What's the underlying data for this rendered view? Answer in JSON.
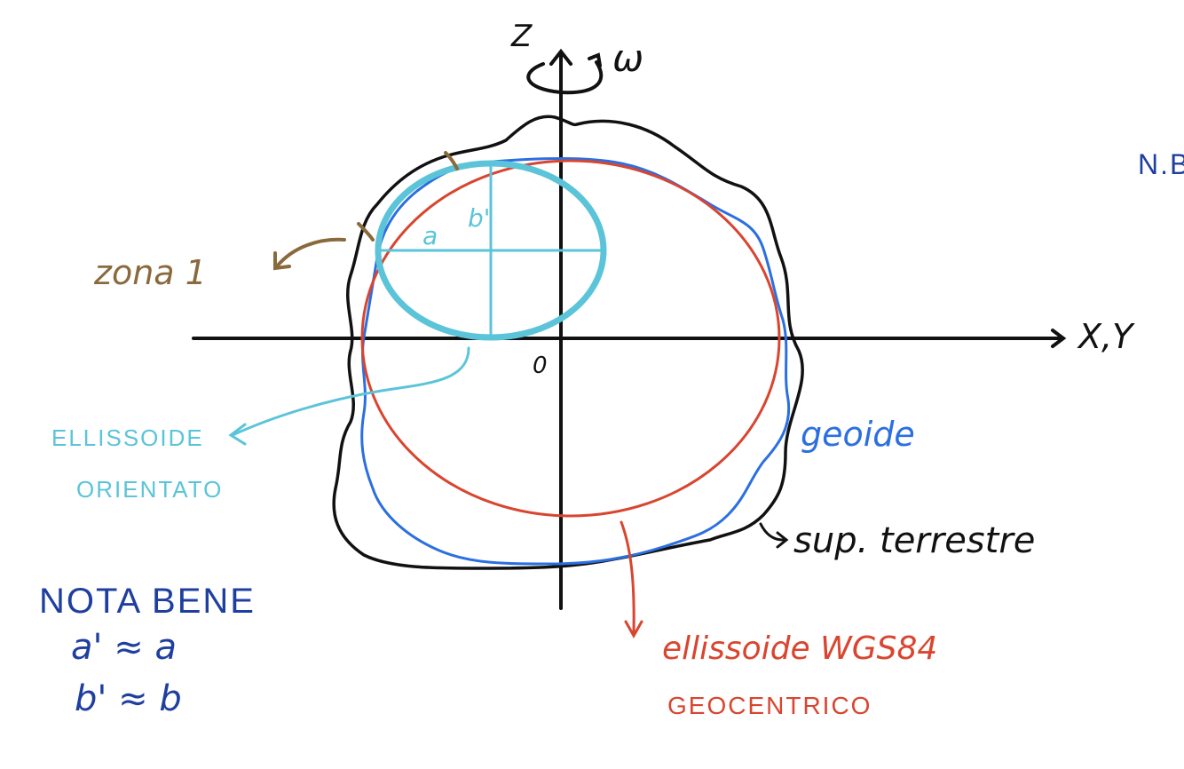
{
  "axes": {
    "z_label": "Z",
    "omega_label": "ω",
    "xy_label": "X,Y",
    "origin_label": "0"
  },
  "labels": {
    "zone": "zona 1",
    "oriented_ellipsoid_line1": "ELLISSOIDE",
    "oriented_ellipsoid_line2": "ORIENTATO",
    "geoid": "geoide",
    "terrestrial_surface": "sup. terrestre",
    "wgs84_line1": "ellissoide WGS84",
    "wgs84_line2": "GEOCENTRICO",
    "semi_axis_a": "a",
    "semi_axis_b": "b'",
    "nb_partial": "N.B"
  },
  "note": {
    "title": "NOTA BENE",
    "line1": "a' ≈ a",
    "line2": "b' ≈ b"
  },
  "colors": {
    "black": "#111111",
    "red": "#d9452f",
    "blue": "#2b6fe0",
    "cyan": "#5bc4d9",
    "brown": "#8a6a3c",
    "navy": "#1f3fa0"
  }
}
